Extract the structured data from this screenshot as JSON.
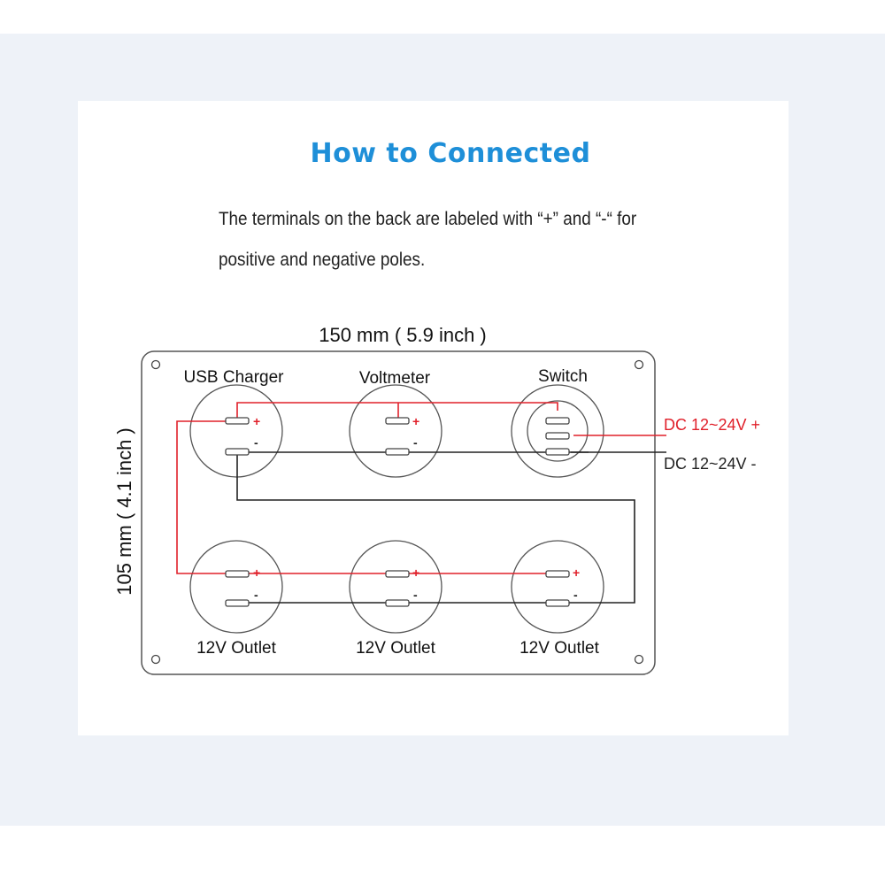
{
  "title": "How to Connected",
  "description": {
    "line1": "The terminals on the back are labeled with “+” and “-“ for",
    "line2": "positive and negative poles."
  },
  "dimensions": {
    "width": "150 mm ( 5.9 inch )",
    "height": "105 mm ( 4.1 inch )"
  },
  "components": {
    "usb_charger": "USB Charger",
    "voltmeter": "Voltmeter",
    "switch": "Switch",
    "outlet_1": "12V Outlet",
    "outlet_2": "12V Outlet",
    "outlet_3": "12V Outlet"
  },
  "terminal_labels": {
    "positive": "+",
    "negative": "-"
  },
  "power": {
    "positive_label": "DC 12~24V +",
    "negative_label": "DC 12~24V -"
  },
  "colors": {
    "title": "#1e8fd8",
    "positive_wire": "#e0202a",
    "negative_wire": "#222222",
    "background": "#eef2f8"
  }
}
